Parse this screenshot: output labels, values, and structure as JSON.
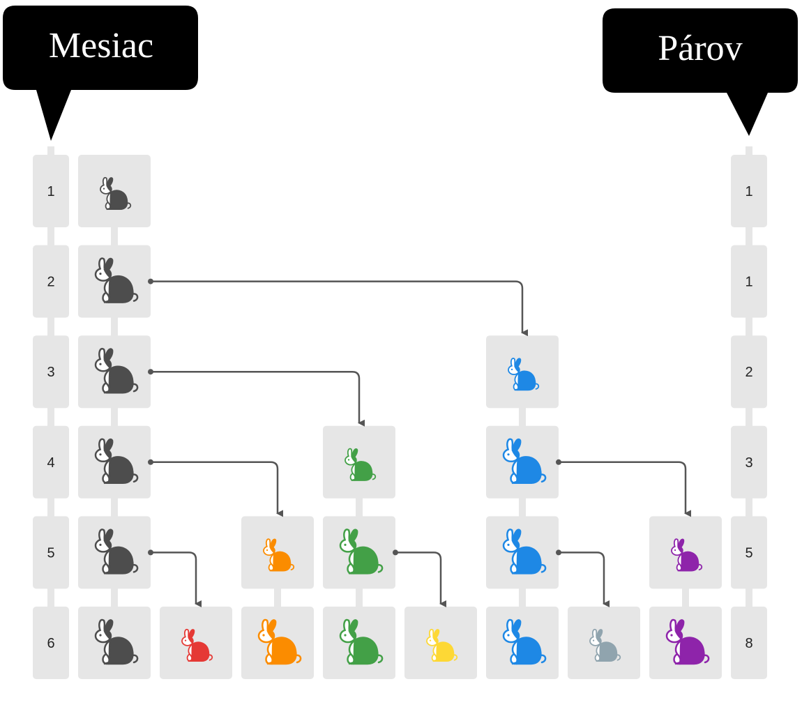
{
  "labels": {
    "month": "Mesiac",
    "pairs": "Párov"
  },
  "months": [
    "1",
    "2",
    "3",
    "4",
    "5",
    "6"
  ],
  "pairs": [
    "1",
    "1",
    "2",
    "3",
    "5",
    "8"
  ],
  "colors": {
    "box": "#e6e6e6",
    "arrow": "#555555",
    "callout": "#000000"
  },
  "rabbit_pairs": [
    {
      "id": "black",
      "color": "#4d4d4d",
      "born_month": 1,
      "parent": null
    },
    {
      "id": "blue",
      "color": "#1e88e5",
      "born_month": 3,
      "parent": "black"
    },
    {
      "id": "green",
      "color": "#43a047",
      "born_month": 4,
      "parent": "black"
    },
    {
      "id": "orange",
      "color": "#fb8c00",
      "born_month": 5,
      "parent": "black"
    },
    {
      "id": "purple",
      "color": "#8e24aa",
      "born_month": 5,
      "parent": "blue"
    },
    {
      "id": "red",
      "color": "#e53935",
      "born_month": 6,
      "parent": "black"
    },
    {
      "id": "yellow",
      "color": "#fdd835",
      "born_month": 6,
      "parent": "green"
    },
    {
      "id": "grey",
      "color": "#90a4ae",
      "born_month": 6,
      "parent": "blue"
    }
  ],
  "column_order": [
    "black",
    "red",
    "orange",
    "green",
    "yellow",
    "blue",
    "grey",
    "purple"
  ]
}
